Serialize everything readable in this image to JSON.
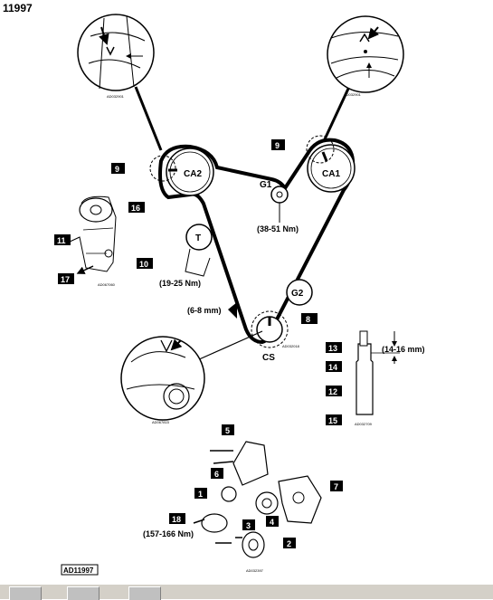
{
  "document_id": "11997",
  "footer_ref": "AD11997",
  "pulleys": {
    "ca1": "CA1",
    "ca2": "CA2",
    "g1": "G1",
    "g2": "G2",
    "tensioner": "T",
    "crankshaft": "CS"
  },
  "torques": {
    "g1": "(38-51 Nm)",
    "tensioner": "(19-25 Nm)",
    "crank_bolt": "(157-166 Nm)",
    "tensioner_rod": "(14-16 mm)"
  },
  "deflection": "(6-8 mm)",
  "callouts": {
    "c1": "1",
    "c2": "2",
    "c3": "3",
    "c4": "4",
    "c5": "5",
    "c6": "6",
    "c7": "7",
    "c8": "8",
    "c9a": "9",
    "c9b": "9",
    "c10": "10",
    "c11": "11",
    "c12": "12",
    "c13": "13",
    "c14": "14",
    "c15": "15",
    "c16": "16",
    "c17": "17",
    "c18": "18"
  },
  "refs": {
    "r1": "AD032901",
    "r2": "AD032901",
    "r3": "AD032018",
    "r4": "AD067060",
    "r5": "AD067815",
    "r6": "AD032709",
    "r7": "AD032397"
  }
}
